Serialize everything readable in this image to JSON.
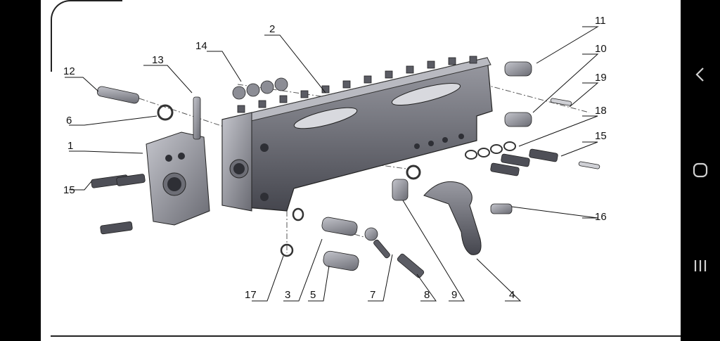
{
  "diagram": {
    "callouts": [
      {
        "id": "c1",
        "label": "1"
      },
      {
        "id": "c2",
        "label": "2"
      },
      {
        "id": "c3",
        "label": "3"
      },
      {
        "id": "c4",
        "label": "4"
      },
      {
        "id": "c5",
        "label": "5"
      },
      {
        "id": "c6",
        "label": "6"
      },
      {
        "id": "c7",
        "label": "7"
      },
      {
        "id": "c8",
        "label": "8"
      },
      {
        "id": "c9",
        "label": "9"
      },
      {
        "id": "c10",
        "label": "10"
      },
      {
        "id": "c11",
        "label": "11"
      },
      {
        "id": "c12",
        "label": "12"
      },
      {
        "id": "c13",
        "label": "13"
      },
      {
        "id": "c14",
        "label": "14"
      },
      {
        "id": "c15a",
        "label": "15"
      },
      {
        "id": "c15b",
        "label": "15"
      },
      {
        "id": "c16",
        "label": "16"
      },
      {
        "id": "c17",
        "label": "17"
      },
      {
        "id": "c18",
        "label": "18"
      },
      {
        "id": "c19",
        "label": "19"
      }
    ]
  },
  "navbar": {
    "back_icon": "chevron-left",
    "home_icon": "circle-outline",
    "recents_icon": "three-bars",
    "color": "#d0d0d0"
  }
}
